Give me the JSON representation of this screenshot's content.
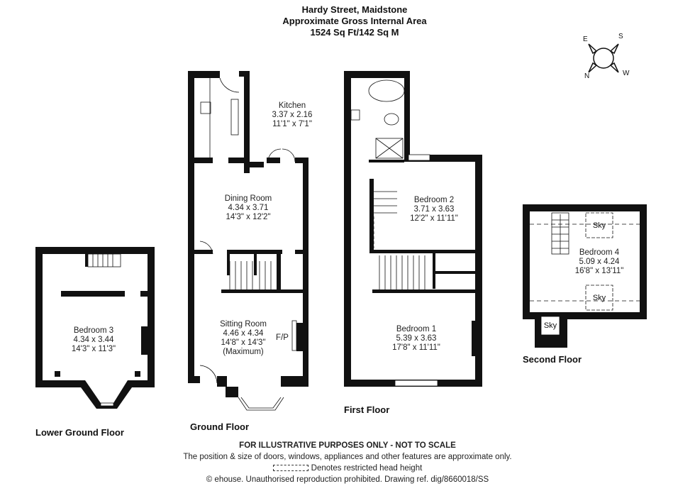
{
  "header": {
    "address": "Hardy Street, Maidstone",
    "area_title": "Approximate Gross Internal Area",
    "area_value": "1524 Sq Ft/142 Sq M"
  },
  "compass": {
    "n": "N",
    "e": "E",
    "s": "S",
    "w": "W"
  },
  "floors": {
    "lower_ground": {
      "label": "Lower Ground Floor",
      "rooms": [
        {
          "name": "Bedroom 3",
          "metric": "4.34 x 3.44",
          "imperial": "14'3\" x 11'3\""
        }
      ]
    },
    "ground": {
      "label": "Ground Floor",
      "rooms": [
        {
          "name": "Kitchen",
          "metric": "3.37 x 2.16",
          "imperial": "11'1\" x 7'1\""
        },
        {
          "name": "Dining Room",
          "metric": "4.34 x 3.71",
          "imperial": "14'3\" x 12'2\""
        },
        {
          "name": "Sitting Room",
          "metric": "4.46 x 4.34",
          "imperial": "14'8\" x 14'3\"",
          "note": "(Maximum)"
        }
      ],
      "fireplace": "F/P"
    },
    "first": {
      "label": "First Floor",
      "rooms": [
        {
          "name": "Bedroom 2",
          "metric": "3.71 x 3.63",
          "imperial": "12'2\" x 11'11\""
        },
        {
          "name": "Bedroom 1",
          "metric": "5.39 x 3.63",
          "imperial": "17'8\" x 11'11\""
        }
      ]
    },
    "second": {
      "label": "Second Floor",
      "rooms": [
        {
          "name": "Bedroom 4",
          "metric": "5.09 x 4.24",
          "imperial": "16'8\" x 13'11\""
        }
      ],
      "skylight": "Sky"
    }
  },
  "footer": {
    "disclaimer": "FOR ILLUSTRATIVE PURPOSES ONLY - NOT TO SCALE",
    "note": "The position & size of doors, windows, appliances and other features are approximate only.",
    "legend": "Denotes restricted head height",
    "copyright": "© ehouse. Unauthorised reproduction prohibited. Drawing ref. dig/8660018/SS"
  }
}
